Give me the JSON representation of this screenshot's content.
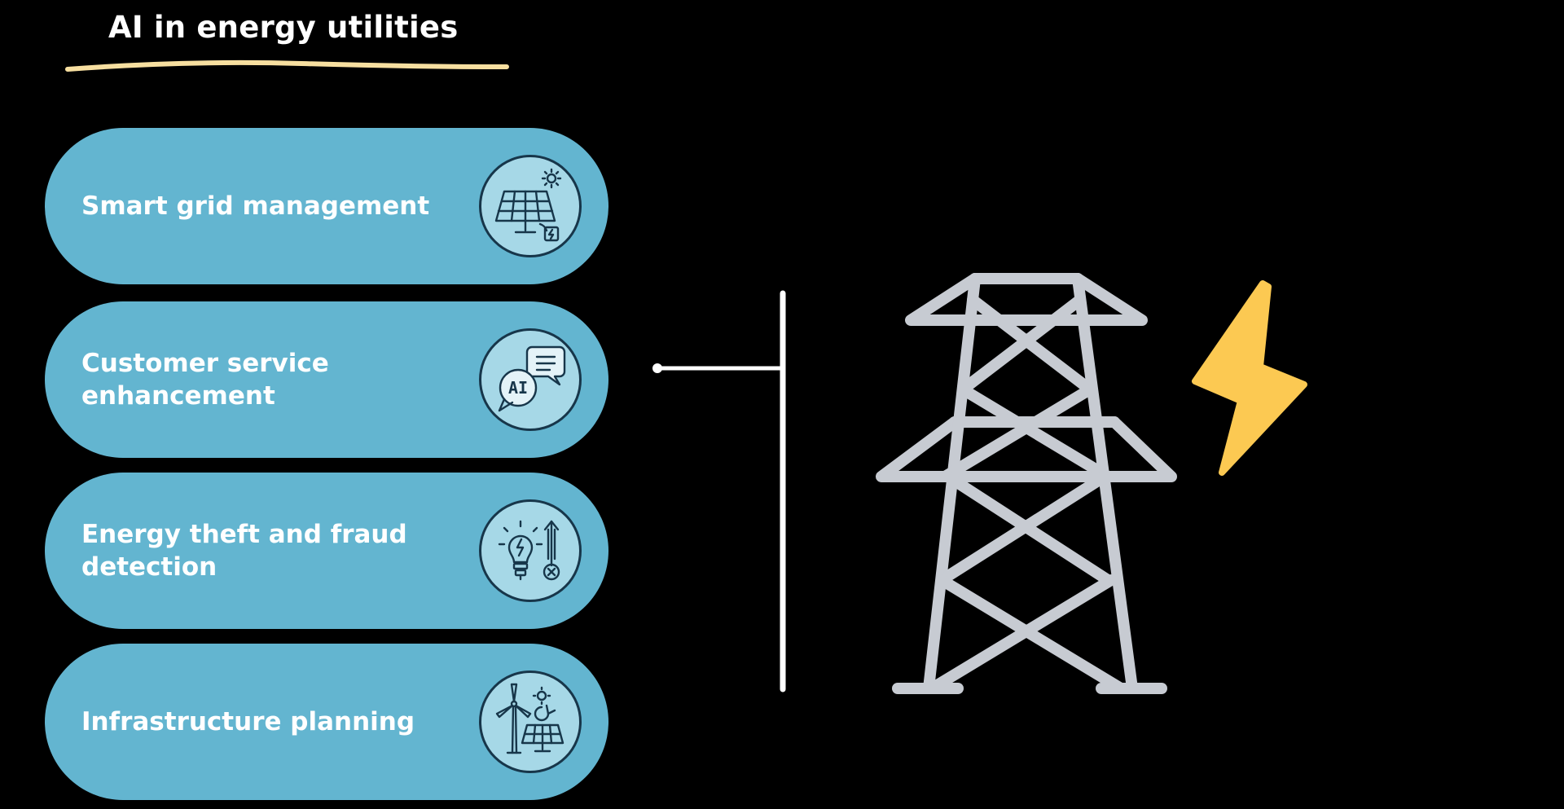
{
  "header": {
    "title": "AI in energy utilities"
  },
  "items": [
    {
      "label": "Smart grid management",
      "icon": "solar-panel-icon"
    },
    {
      "label": "Customer service enhancement",
      "icon": "ai-chat-icon"
    },
    {
      "label": "Energy theft and fraud detection",
      "icon": "lightbulb-arrow-icon"
    },
    {
      "label": "Infrastructure planning",
      "icon": "wind-solar-icon"
    }
  ],
  "illustration": {
    "main": "transmission-tower-icon",
    "accent": "lightning-bolt-icon",
    "icon_badge_text": "AI"
  },
  "colors": {
    "background": "#000000",
    "pill": "#63b5d0",
    "icon_circle": "#a6d8e7",
    "icon_stroke": "#17364a",
    "underline": "#f7dfa0",
    "tower": "#c7cbd2",
    "bolt": "#fcc952",
    "text": "#ffffff"
  }
}
